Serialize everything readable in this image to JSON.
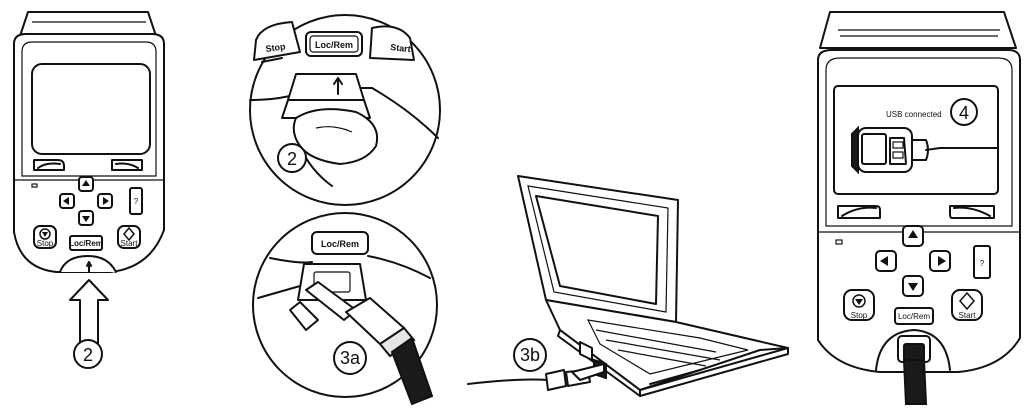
{
  "buttons": {
    "stop": "Stop",
    "locrem": "Loc/Rem",
    "start": "Start",
    "help": "?"
  },
  "steps": {
    "step2": "2",
    "step3a": "3a",
    "step3b": "3b",
    "step4": "4"
  },
  "screen_text": {
    "usb_connected": "USB connected"
  }
}
